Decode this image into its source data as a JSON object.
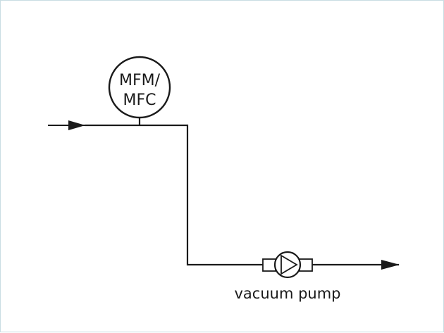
{
  "diagram": {
    "gauge": {
      "line1": "MFM/",
      "line2": "MFC"
    },
    "pump": {
      "label": "vacuum pump"
    }
  }
}
